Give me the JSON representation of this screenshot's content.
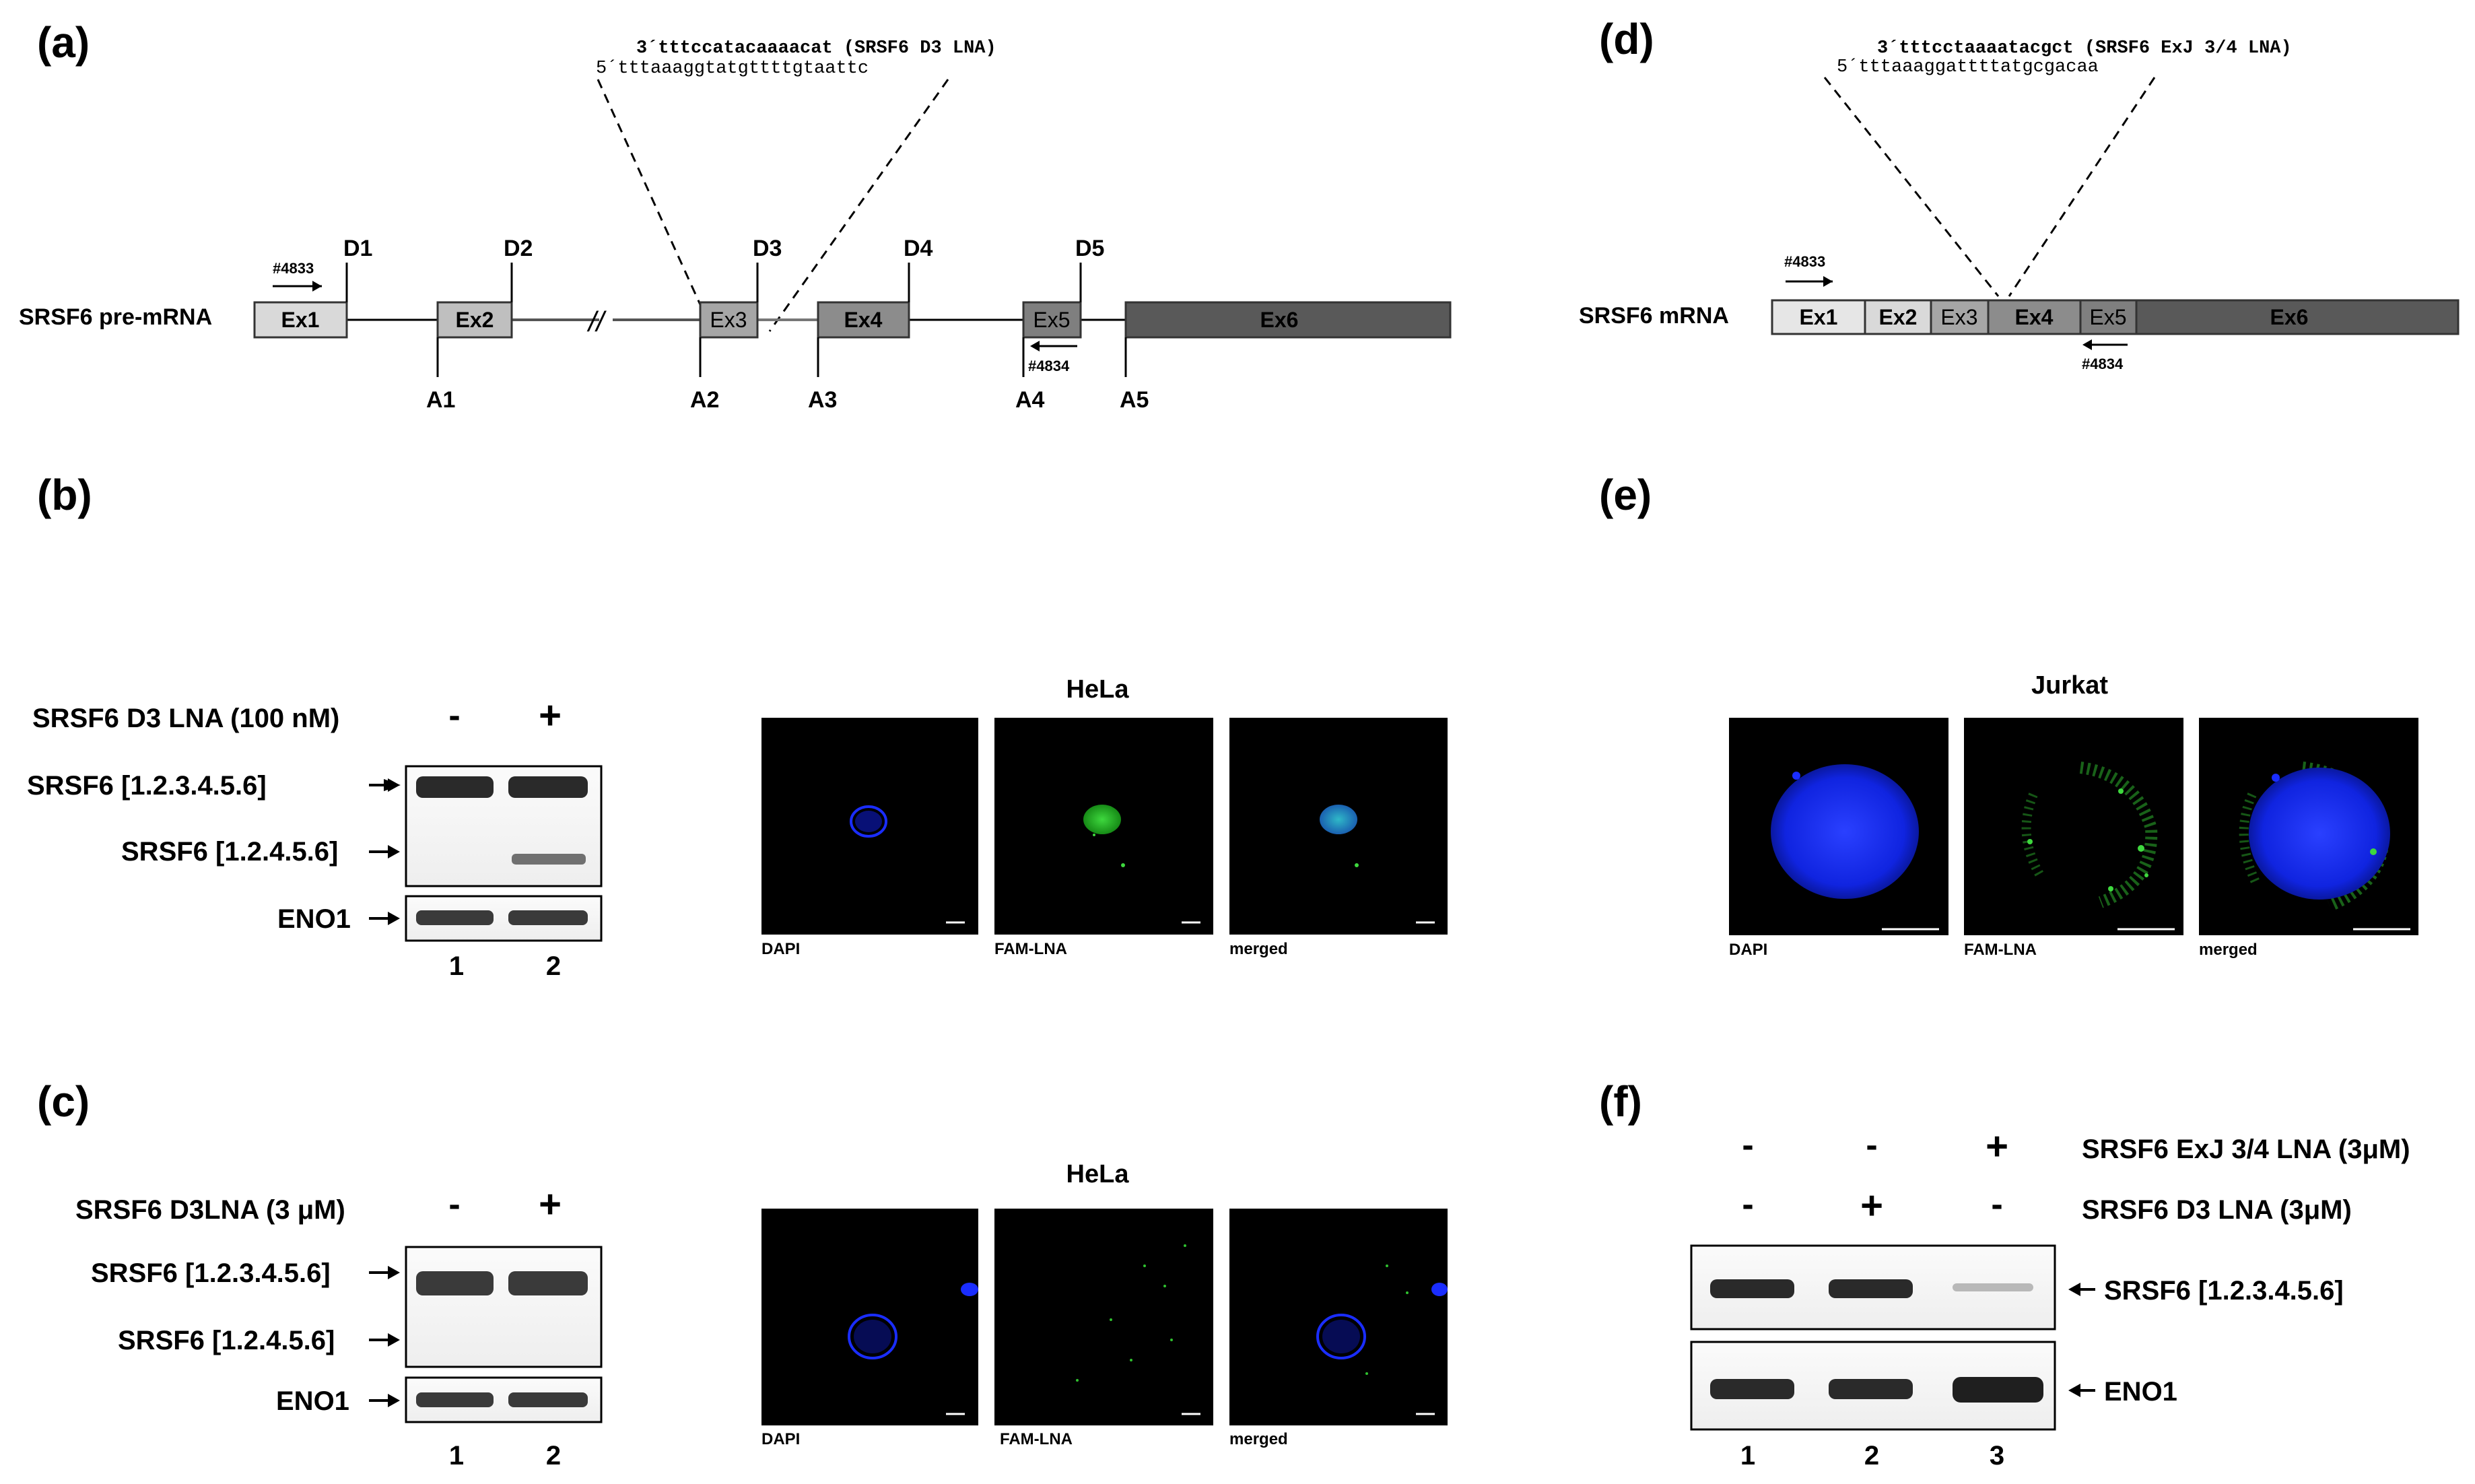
{
  "panels": {
    "a": {
      "label": "(a)",
      "title": "SRSF6 pre-mRNA",
      "lna_seq": "3´tttccatacaaaacat (SRSF6 D3 LNA)",
      "target_seq": "5´tttaaaggtatgttttgtaattc",
      "exons": [
        "Ex1",
        "Ex2",
        "Ex3",
        "Ex4",
        "Ex5",
        "Ex6"
      ],
      "donors": [
        "D1",
        "D2",
        "D3",
        "D4",
        "D5"
      ],
      "acceptors": [
        "A1",
        "A2",
        "A3",
        "A4",
        "A5"
      ],
      "primer_fwd": "#4833",
      "primer_rev": "#4834",
      "break_mark": "//"
    },
    "b": {
      "label": "(b)",
      "treatment": "SRSF6 D3 LNA (100 nM)",
      "lanes": [
        "1",
        "2"
      ],
      "signs": [
        "-",
        "+"
      ],
      "bands": [
        "SRSF6 [1.2.3.4.5.6]",
        "SRSF6 [1.2.4.5.6]",
        "ENO1"
      ],
      "cell": "HeLa",
      "channels": [
        "DAPI",
        "FAM-LNA",
        "merged"
      ]
    },
    "c": {
      "label": "(c)",
      "treatment": "SRSF6 D3LNA (3 μM)",
      "lanes": [
        "1",
        "2"
      ],
      "signs": [
        "-",
        "+"
      ],
      "bands": [
        "SRSF6 [1.2.3.4.5.6]",
        "SRSF6 [1.2.4.5.6]",
        "ENO1"
      ],
      "cell": "HeLa",
      "channels": [
        "DAPI",
        "FAM-LNA",
        "merged"
      ]
    },
    "d": {
      "label": "(d)",
      "title": "SRSF6 mRNA",
      "lna_seq": "3´tttcctaaaatacgct (SRSF6 ExJ 3/4 LNA)",
      "target_seq": "5´tttaaaggattttatgcgacaa",
      "exons": [
        "Ex1",
        "Ex2",
        "Ex3",
        "Ex4",
        "Ex5",
        "Ex6"
      ],
      "primer_fwd": "#4833",
      "primer_rev": "#4834"
    },
    "e": {
      "label": "(e)",
      "cell": "Jurkat",
      "channels": [
        "DAPI",
        "FAM-LNA",
        "merged"
      ]
    },
    "f": {
      "label": "(f)",
      "rows": [
        {
          "label": "SRSF6 ExJ 3/4  LNA (3μM)",
          "signs": [
            "-",
            "-",
            "+"
          ]
        },
        {
          "label": "SRSF6 D3  LNA (3μM)",
          "signs": [
            "-",
            "+",
            "-"
          ]
        }
      ],
      "bands": [
        "SRSF6 [1.2.3.4.5.6]",
        "ENO1"
      ],
      "lanes": [
        "1",
        "2",
        "3"
      ]
    }
  },
  "colors": {
    "exon_light": "#d9d9d9",
    "exon_mid": "#a6a6a6",
    "exon_dark": "#7f7f7f",
    "exon_darkest": "#595959",
    "dapi_blue": "#1a2dff",
    "fam_green": "#2fc12f"
  }
}
